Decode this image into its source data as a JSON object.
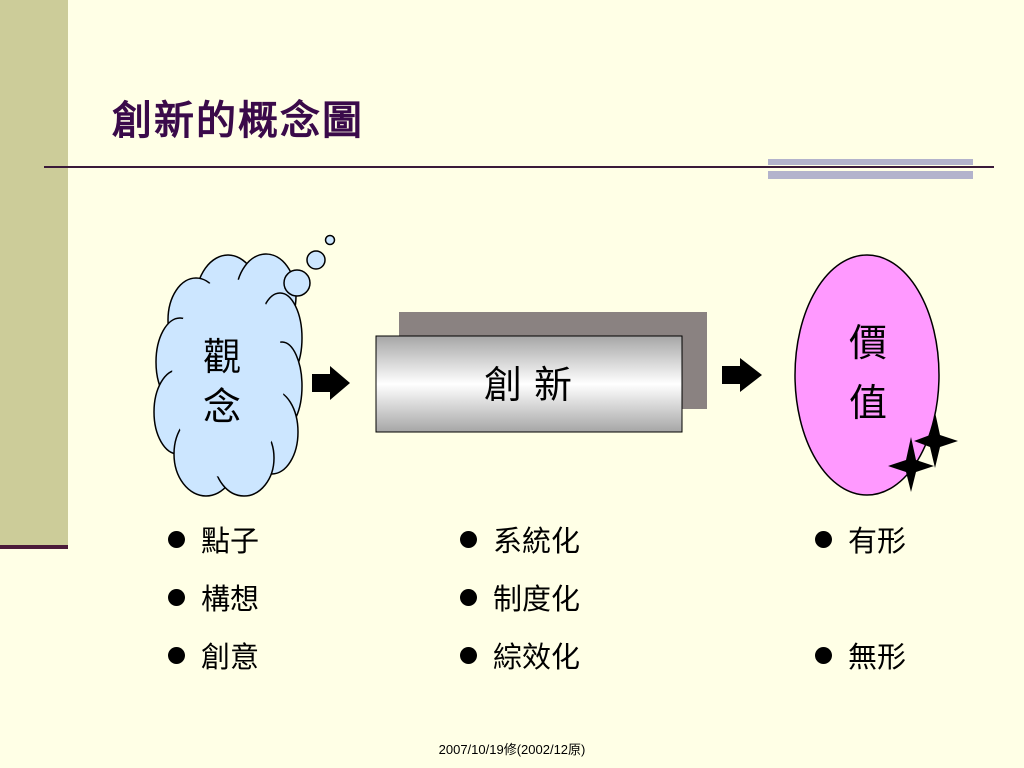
{
  "slide": {
    "title": "創新的概念圖",
    "footer": "2007/10/19修(2002/12原)"
  },
  "diagram": {
    "idea_cloud": {
      "line1": "觀",
      "line2": "念",
      "color": "#cce6ff"
    },
    "innovation_box": {
      "label": "創 新"
    },
    "value_oval": {
      "line1": "價",
      "line2": "值",
      "color": "#ff99ff"
    }
  },
  "bullets": {
    "idea": [
      "點子",
      "構想",
      "創意"
    ],
    "innovation": [
      "系統化",
      "制度化",
      "綜效化"
    ],
    "value": [
      "有形",
      "無形"
    ]
  }
}
